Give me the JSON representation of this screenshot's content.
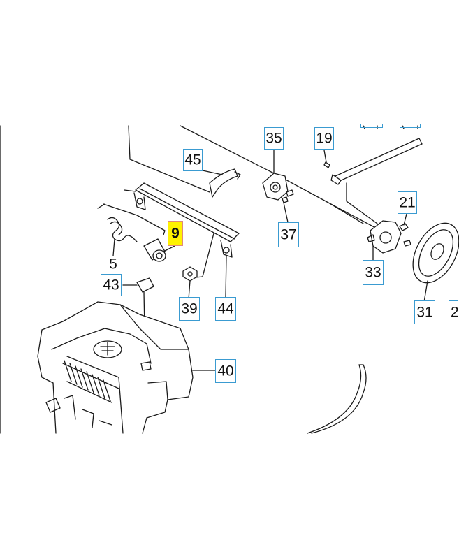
{
  "diagram": {
    "callouts": [
      {
        "id": "c45",
        "text": "45"
      },
      {
        "id": "c35",
        "text": "35"
      },
      {
        "id": "c19",
        "text": "19"
      },
      {
        "id": "c21",
        "text": "21"
      },
      {
        "id": "c9",
        "text": "9",
        "highlighted": true
      },
      {
        "id": "c5",
        "text": "5"
      },
      {
        "id": "c43",
        "text": "43"
      },
      {
        "id": "c37",
        "text": "37"
      },
      {
        "id": "c33",
        "text": "33"
      },
      {
        "id": "c39",
        "text": "39"
      },
      {
        "id": "c44",
        "text": "44"
      },
      {
        "id": "c31",
        "text": "31"
      },
      {
        "id": "c40",
        "text": "40"
      },
      {
        "id": "c2",
        "text": "2"
      }
    ],
    "colors": {
      "callout_border": "#3a9bd1",
      "highlight_fill": "#fff200",
      "highlight_border": "#e08a7a",
      "line": "#1a1a1a"
    }
  }
}
